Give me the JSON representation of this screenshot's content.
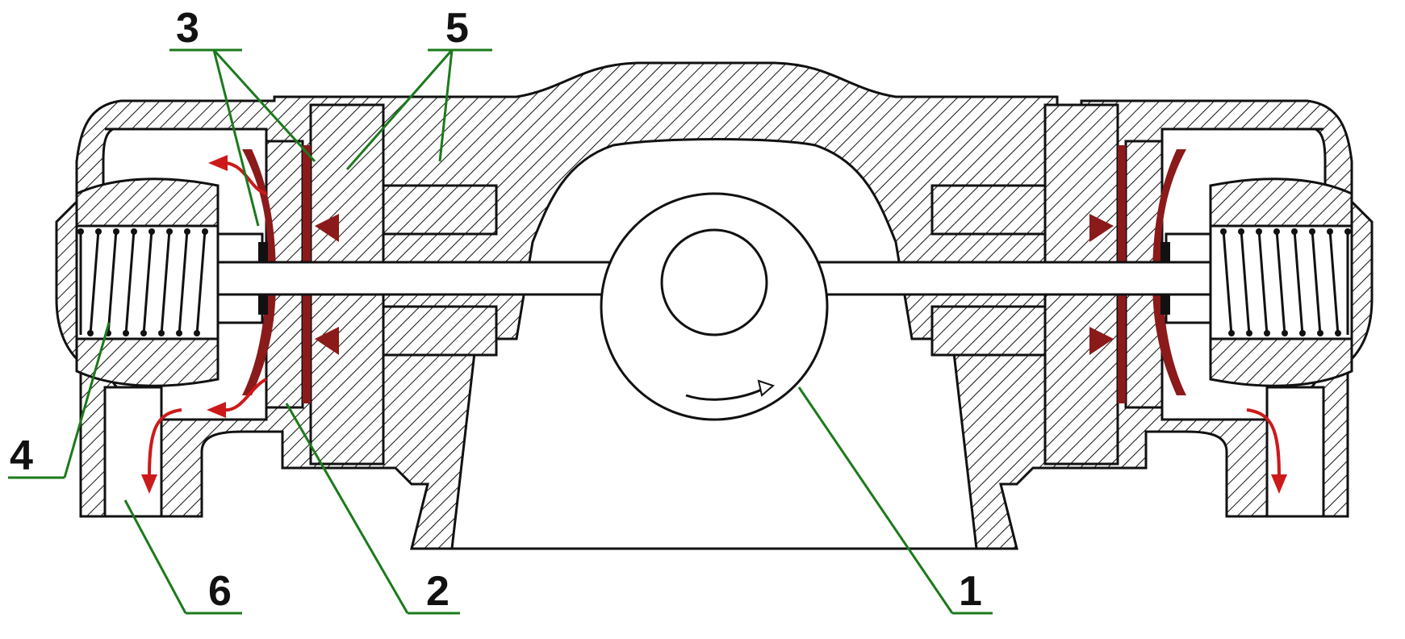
{
  "diagram": {
    "type": "mechanical-cross-section",
    "callouts": [
      {
        "id": "1",
        "label": "1"
      },
      {
        "id": "2",
        "label": "2"
      },
      {
        "id": "3",
        "label": "3"
      },
      {
        "id": "4",
        "label": "4"
      },
      {
        "id": "5",
        "label": "5"
      },
      {
        "id": "6",
        "label": "6"
      }
    ],
    "colors": {
      "leader_lines": "#1b7a1b",
      "flow_arrows": "#cc1a1a",
      "valve_plates": "#8b1a1a",
      "outline": "#111111"
    }
  }
}
